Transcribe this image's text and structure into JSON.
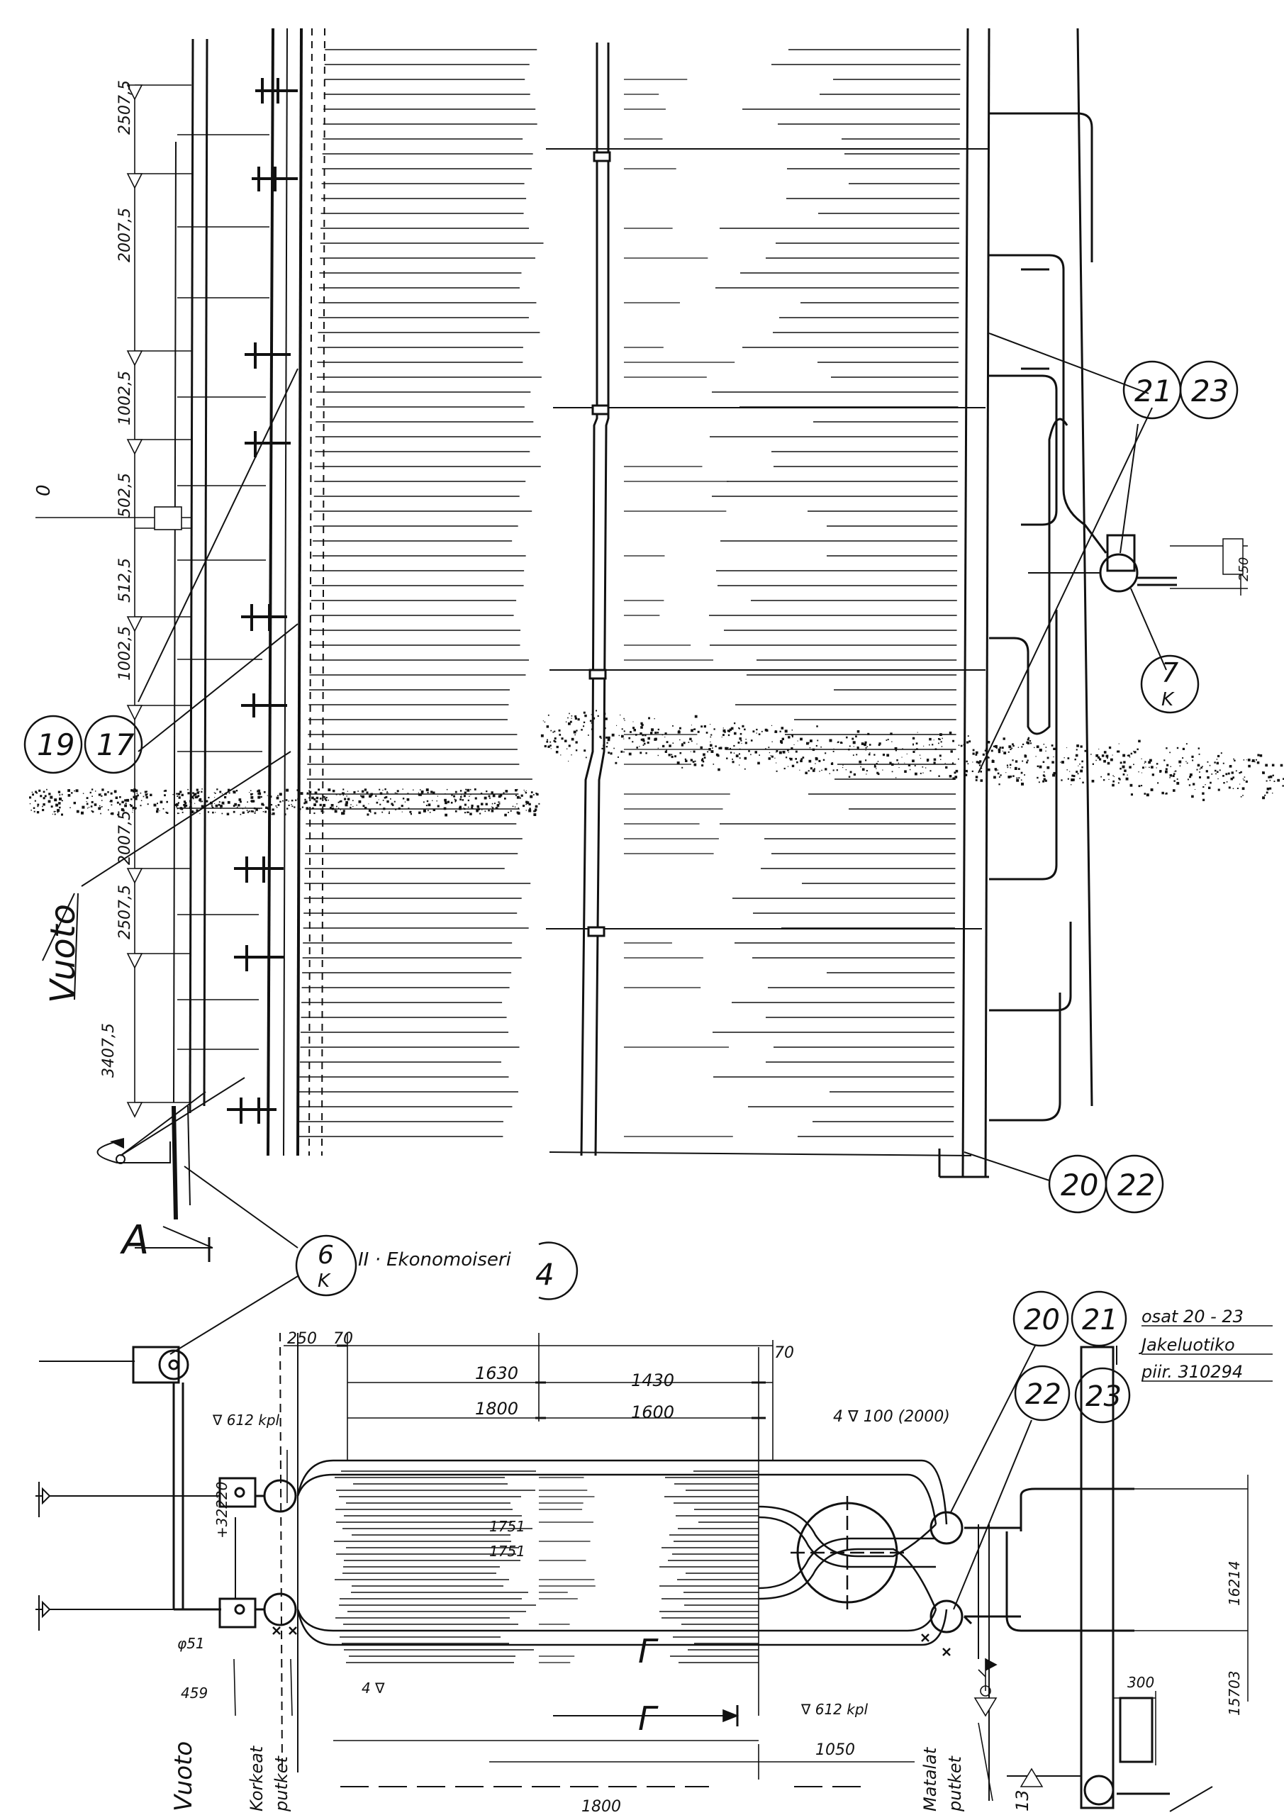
{
  "dimensions_left": [
    "2507,5",
    "2007,5",
    "1002,5",
    "502,5",
    "512,5",
    "1002,5",
    "2007,5",
    "2507,5",
    "3407,5"
  ],
  "level_marker": "0",
  "balloons": {
    "b19": "19",
    "b17": "17",
    "b21_top": "21",
    "b23_top": "23",
    "b7": "7",
    "b7_sub": "K",
    "b20_top": "20",
    "b22_top": "22",
    "b6": "6",
    "b6_sub": "K",
    "b4": "4",
    "b20_bot": "20",
    "b21_bot": "21",
    "b22_bot": "22",
    "b23_bot": "23"
  },
  "labels": {
    "vuoto": "Vuoto",
    "section_a": "A",
    "economizer": "II · Ekonomoiseri",
    "dim_250_top": "250",
    "dim_250_left": "250",
    "dim_70_left": "70",
    "dim_70_right": "70",
    "dim_1630": "1630",
    "dim_1430": "1430",
    "dim_1800_top": "1800",
    "dim_1600": "1600",
    "note_612_top": "∇ 612 kpl",
    "note_4v100": "4 ∇ 100 (2000)",
    "dim_1751_a": "1751",
    "dim_1751_b": "1751",
    "elev_32220": "+32220",
    "phi_51": "φ51",
    "label_4v": "4 ∇",
    "section_g1": "Г",
    "section_g2": "Г",
    "note_612_bot": "∇ 612 kpl",
    "dim_1050": "1050",
    "dim_1800_bot": "1800",
    "dim_300": "300",
    "elev_16214": "16214",
    "elev_15703": "15703",
    "vuoto_bot": "Vuoto",
    "korkeat_1": "Korkeat",
    "korkeat_2": "putket",
    "matalat_1": "Matalat",
    "matalat_2": "putket",
    "ref_1": "osat 20 - 23",
    "ref_2": "Jakeluotiko",
    "ref_3": "piir. 310294",
    "num_13": "13",
    "num_459": "459"
  }
}
